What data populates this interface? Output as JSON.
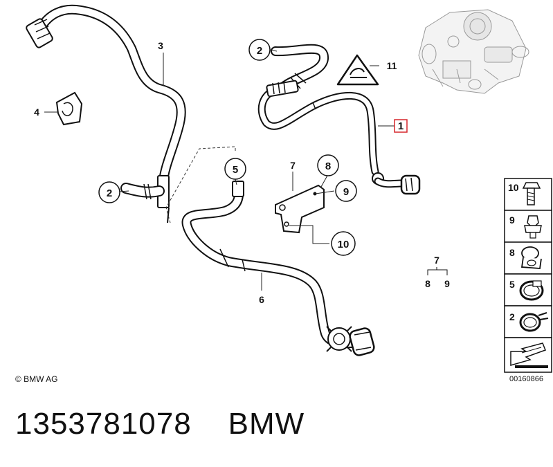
{
  "diagram": {
    "callouts": {
      "c1": "1",
      "c2a": "2",
      "c2b": "2",
      "c3": "3",
      "c4": "4",
      "c5": "5",
      "c6": "6",
      "c7": "7",
      "c8": "8",
      "c9": "9",
      "c10": "10",
      "c11": "11"
    },
    "legend_group": {
      "top": "7",
      "left": "8",
      "right": "9"
    },
    "parts_column": [
      {
        "num": "10",
        "icon": "bolt-icon"
      },
      {
        "num": "9",
        "icon": "clip-icon"
      },
      {
        "num": "8",
        "icon": "holder-icon"
      },
      {
        "num": "5",
        "icon": "hose-clamp-icon"
      },
      {
        "num": "2",
        "icon": "spring-clamp-icon"
      },
      {
        "num": "",
        "icon": "arrow-icon"
      }
    ],
    "highlight_color": "#d6262c"
  },
  "copyright": "© BMW AG",
  "ref_code": "00160866",
  "footer": {
    "part_number": "1353781078",
    "brand": "BMW"
  }
}
